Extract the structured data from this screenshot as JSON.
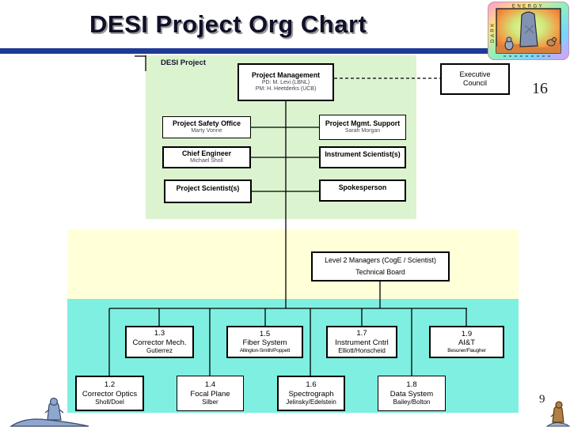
{
  "slide": {
    "title": "DESI Project Org Chart",
    "side_page_number": "16",
    "footer_page_number": "9"
  },
  "org": {
    "project_label": "DESI Project",
    "project_management": {
      "title": "Project Management",
      "pd_line": "PD: M. Levi (LBNL)",
      "pm_line": "PM: H. Heetderks (UCB)"
    },
    "executive_council": {
      "line1": "Executive",
      "line2": "Council"
    },
    "staff_left": [
      {
        "title": "Project Safety Office",
        "person": "Marty Vonne"
      },
      {
        "title": "Chief Engineer",
        "person": "Michael Sholl"
      },
      {
        "title": "Project Scientist(s)",
        "person": ""
      }
    ],
    "staff_right": [
      {
        "title": "Project Mgmt. Support",
        "person": "Sarah Morgan"
      },
      {
        "title": "Instrument Scientist(s)",
        "person": ""
      },
      {
        "title": "Spokesperson",
        "person": ""
      }
    ],
    "level2_board": {
      "line1": "Level 2 Managers (CogE / Scientist)",
      "line2": "Technical Board"
    },
    "wbs_top_row": [
      {
        "number": "1.3",
        "name": "Corrector Mech.",
        "person": "Gutierrez"
      },
      {
        "number": "1.5",
        "name": "Fiber System",
        "person": "Allington-Smith/Poppett"
      },
      {
        "number": "1.7",
        "name": "Instrument Cntrl",
        "person": "Elliott/Honscheid"
      },
      {
        "number": "1.9",
        "name": "AI&T",
        "person": "Besuner/Flaugher"
      }
    ],
    "wbs_bottom_row": [
      {
        "number": "1.2",
        "name": "Corrector Optics",
        "person": "Sholl/Doel"
      },
      {
        "number": "1.4",
        "name": "Focal Plane",
        "person": "Silber"
      },
      {
        "number": "1.6",
        "name": "Spectrograph",
        "person": "Jelinsky/Edelstein"
      },
      {
        "number": "1.8",
        "name": "Data System",
        "person": "Bailey/Bolton"
      }
    ]
  },
  "logo": {
    "top_text": "ENERGY",
    "left_text": "DARK"
  },
  "colors": {
    "panel_green": "#dcf3cf",
    "panel_yellow": "#ffffd8",
    "panel_cyan": "#7fefe1",
    "title_bar_blue": "#1e3a96",
    "title_text": "#101028"
  }
}
